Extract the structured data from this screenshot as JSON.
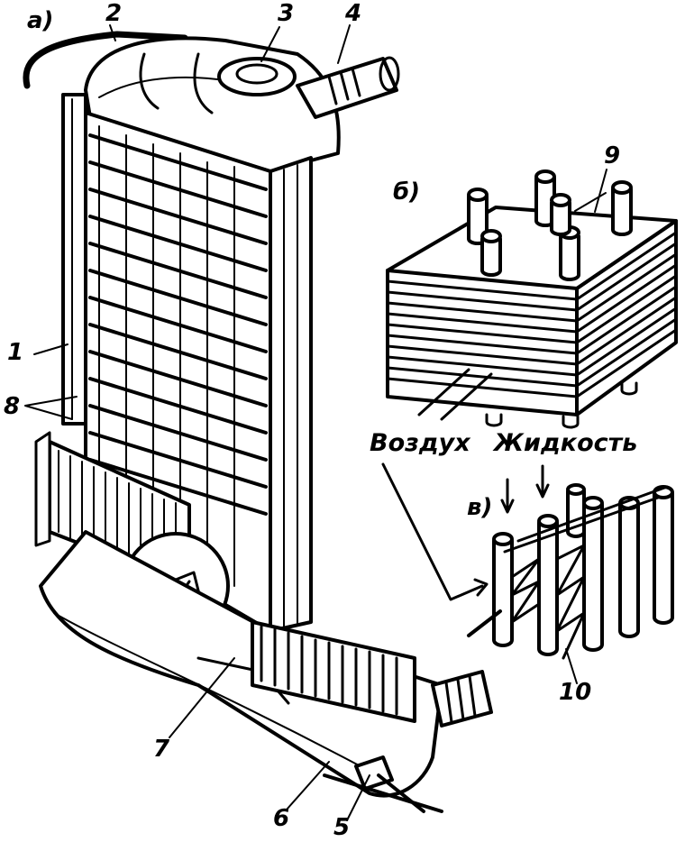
{
  "labels": {
    "a": "а)",
    "b": "б)",
    "v": "в)",
    "n1": "1",
    "n2": "2",
    "n3": "3",
    "n4": "4",
    "n5": "5",
    "n6": "6",
    "n7": "7",
    "n8": "8",
    "n9": "9",
    "n10": "10",
    "air": "Воздух",
    "liquid": "Жидкость"
  }
}
